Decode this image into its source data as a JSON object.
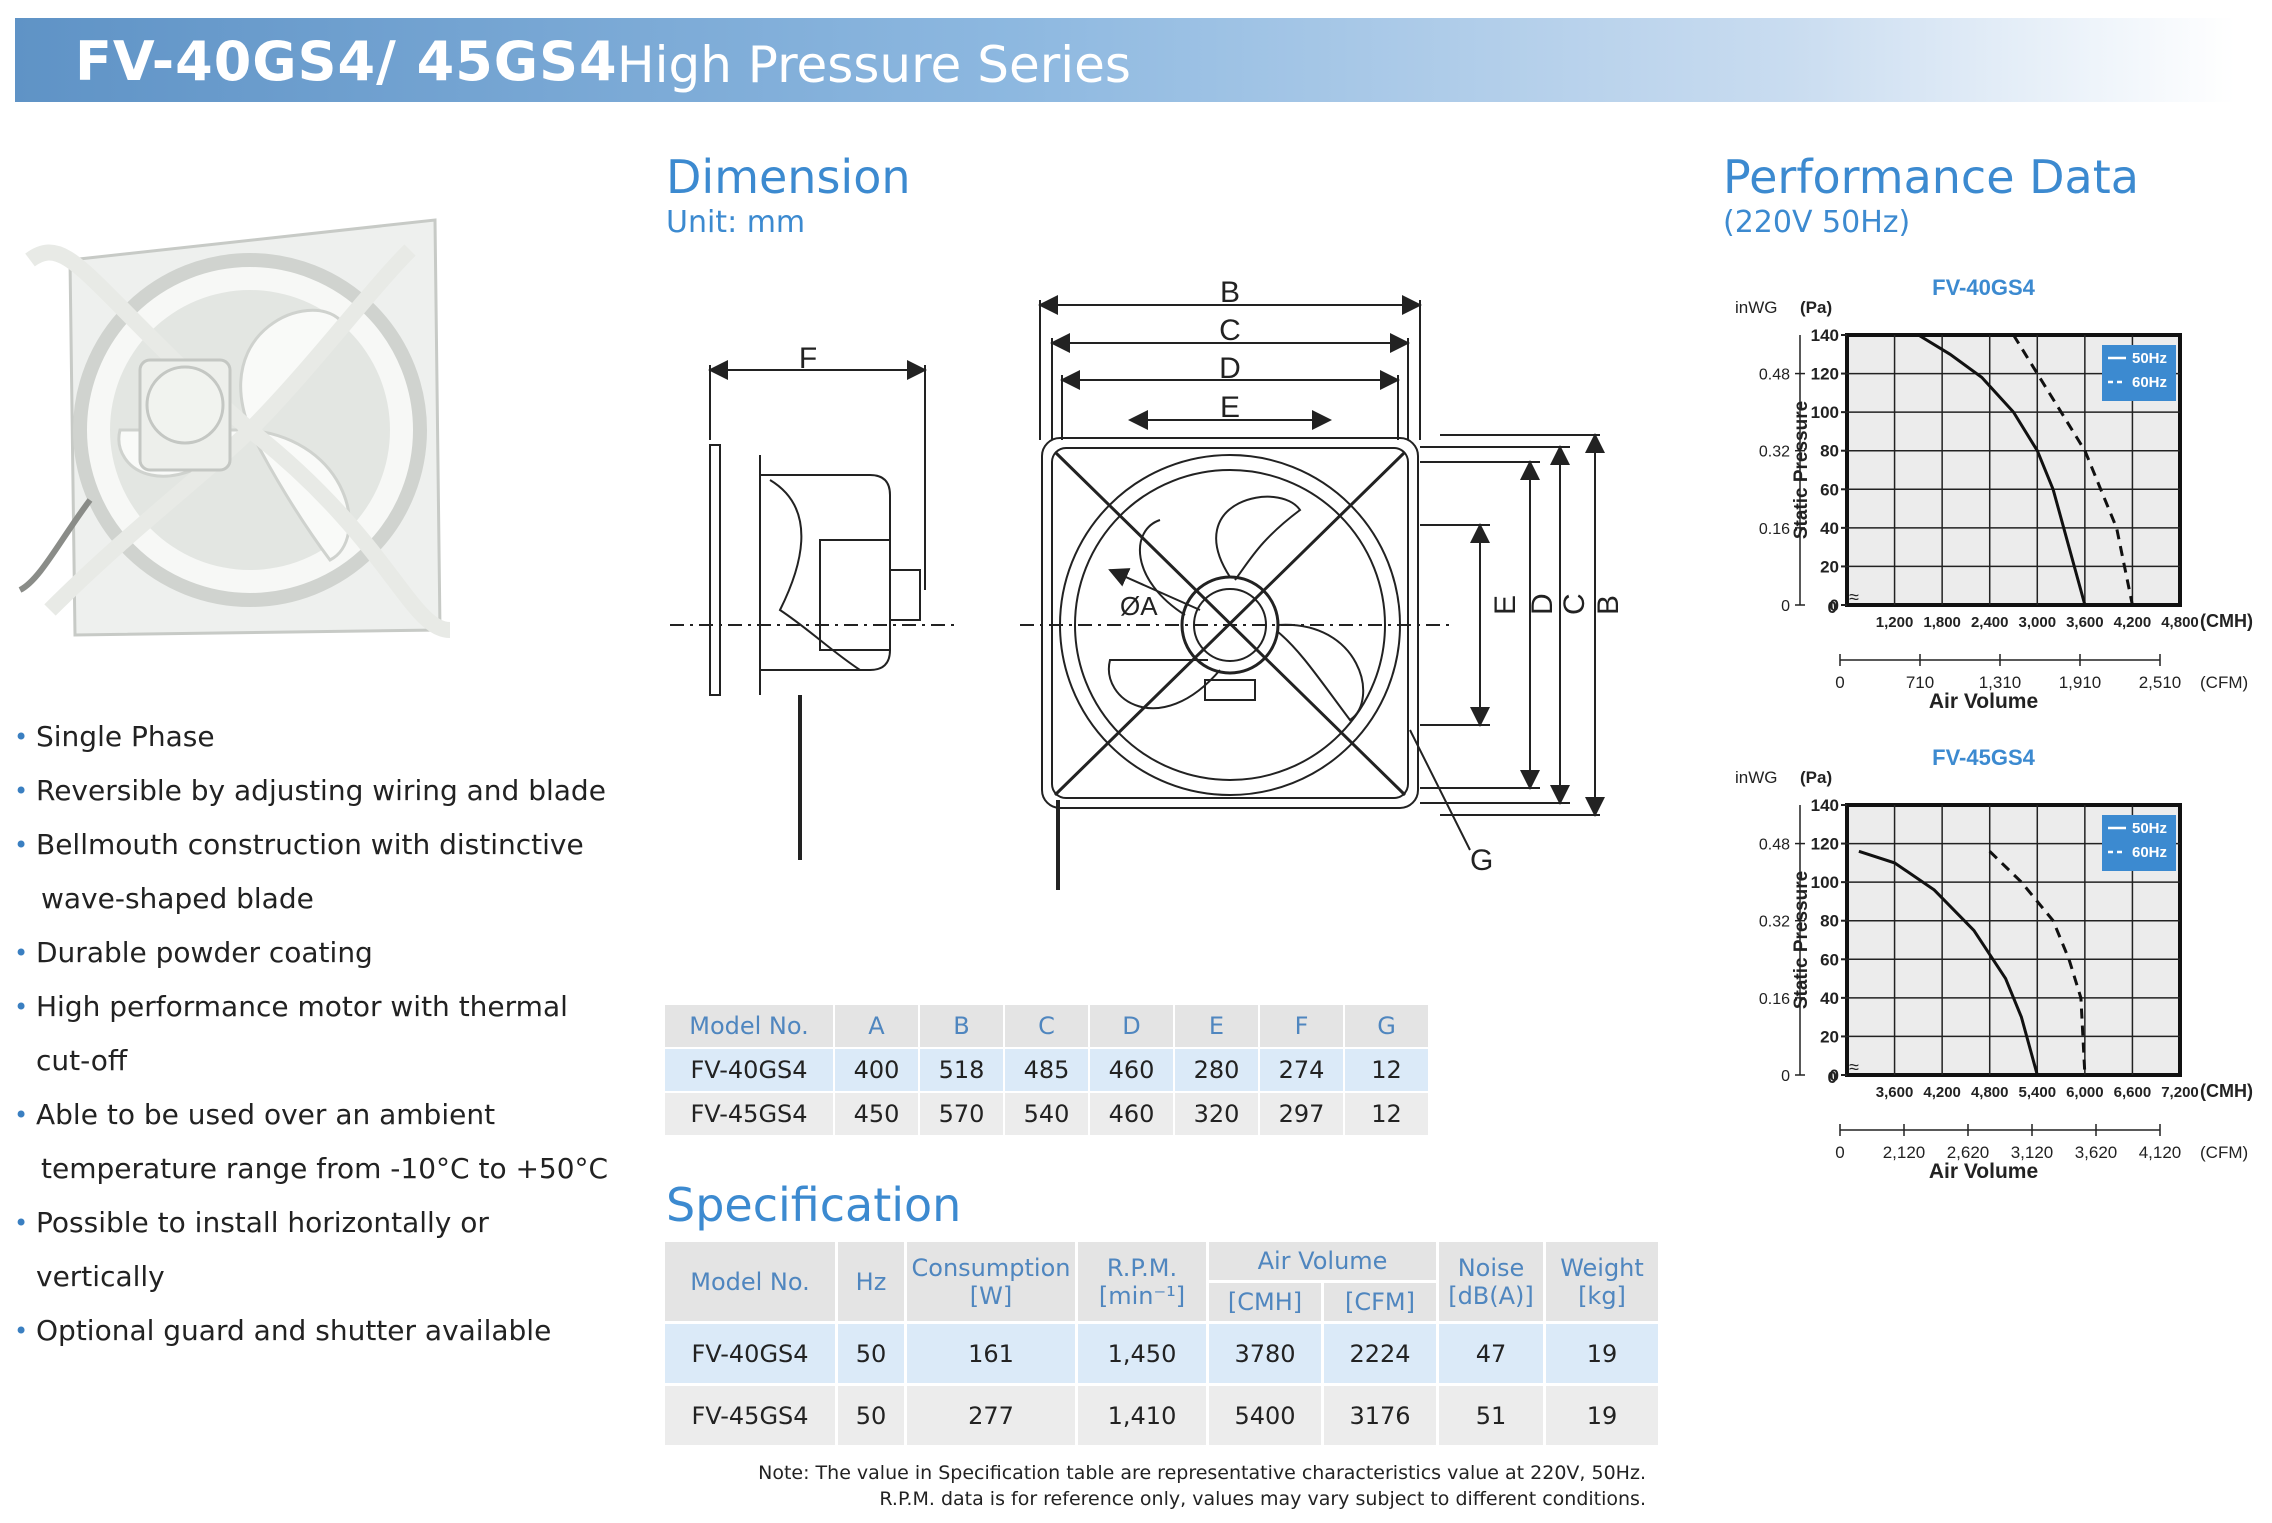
{
  "header": {
    "model": "FV-40GS4/ 45GS4",
    "series": "High Pressure Series"
  },
  "features": [
    "Single Phase",
    "Reversible by adjusting wiring and blade",
    "Bellmouth construction with distinctive",
    "wave-shaped blade",
    "Durable powder coating",
    "High performance motor with thermal cut-off",
    "Able to be used over an ambient",
    "temperature range from -10°C to +50°C",
    "Possible to install horizontally or vertically",
    "Optional guard and shutter available"
  ],
  "dimension": {
    "title": "Dimension",
    "unit": "Unit: mm",
    "labels": {
      "A": "ØA",
      "B": "B",
      "C": "C",
      "D": "D",
      "E": "E",
      "F": "F",
      "G": "G"
    },
    "table": {
      "headers": [
        "Model No.",
        "A",
        "B",
        "C",
        "D",
        "E",
        "F",
        "G"
      ],
      "rows": [
        [
          "FV-40GS4",
          "400",
          "518",
          "485",
          "460",
          "280",
          "274",
          "12"
        ],
        [
          "FV-45GS4",
          "450",
          "570",
          "540",
          "460",
          "320",
          "297",
          "12"
        ]
      ]
    }
  },
  "specification": {
    "title": "Specification",
    "headers": {
      "model": "Model No.",
      "hz": "Hz",
      "consumption": "Consumption",
      "consumption_unit": "[W]",
      "rpm": "R.P.M.",
      "rpm_unit": "[min⁻¹]",
      "air": "Air Volume",
      "cmh": "[CMH]",
      "cfm": "[CFM]",
      "noise": "Noise",
      "noise_unit": "[dB(A)]",
      "weight": "Weight",
      "weight_unit": "[kg]"
    },
    "rows": [
      [
        "FV-40GS4",
        "50",
        "161",
        "1,450",
        "3780",
        "2224",
        "47",
        "19"
      ],
      [
        "FV-45GS4",
        "50",
        "277",
        "1,410",
        "5400",
        "3176",
        "51",
        "19"
      ]
    ],
    "note1": "Note: The value in Specification table are representative characteristics value at 220V, 50Hz.",
    "note2": "R.P.M. data is for reference only, values may vary subject to different conditions."
  },
  "performance": {
    "title": "Performance Data",
    "subtitle": "(220V 50Hz)"
  },
  "chart_data": [
    {
      "type": "line",
      "title": "FV-40GS4",
      "ylabel": "Static Pressure",
      "xlabel": "Air Volume",
      "y_unit": "(Pa)",
      "y2_unit": "inWG",
      "x_unit": "(CMH)",
      "x2_unit": "(CFM)",
      "x_ticks": [
        "1,200",
        "1,800",
        "2,400",
        "3,000",
        "3,600",
        "4,200",
        "4,800"
      ],
      "x2_ticks": [
        "0",
        "710",
        "1,310",
        "1,910",
        "2,510"
      ],
      "y_ticks": [
        "140",
        "120",
        "100",
        "80",
        "60",
        "40",
        "20",
        "0"
      ],
      "y2_ticks": [
        "0.48",
        "0.32",
        "0.16",
        "0"
      ],
      "xlim": [
        600,
        4800
      ],
      "ylim": [
        0,
        140
      ],
      "legend": [
        "50Hz",
        "60Hz"
      ],
      "series": [
        {
          "name": "50Hz",
          "style": "solid",
          "x": [
            1500,
            1900,
            2300,
            2700,
            3000,
            3200,
            3400,
            3600
          ],
          "y": [
            140,
            130,
            118,
            100,
            80,
            60,
            30,
            0
          ]
        },
        {
          "name": "60Hz",
          "style": "dashed",
          "x": [
            2700,
            3000,
            3300,
            3600,
            3800,
            4000,
            4200
          ],
          "y": [
            140,
            120,
            100,
            80,
            60,
            40,
            0
          ]
        }
      ]
    },
    {
      "type": "line",
      "title": "FV-45GS4",
      "ylabel": "Static Pressure",
      "xlabel": "Air Volume",
      "y_unit": "(Pa)",
      "y2_unit": "inWG",
      "x_unit": "(CMH)",
      "x2_unit": "(CFM)",
      "x_ticks": [
        "3,600",
        "4,200",
        "4,800",
        "5,400",
        "6,000",
        "6,600",
        "7,200"
      ],
      "x2_ticks": [
        "0",
        "2,120",
        "2,620",
        "3,120",
        "3,620",
        "4,120"
      ],
      "y_ticks": [
        "140",
        "120",
        "100",
        "80",
        "60",
        "40",
        "20",
        "0"
      ],
      "y2_ticks": [
        "0.48",
        "0.32",
        "0.16",
        "0"
      ],
      "xlim": [
        3000,
        7200
      ],
      "ylim": [
        0,
        140
      ],
      "legend": [
        "50Hz",
        "60Hz"
      ],
      "series": [
        {
          "name": "50Hz",
          "style": "solid",
          "x": [
            3150,
            3600,
            4100,
            4600,
            5000,
            5200,
            5400
          ],
          "y": [
            116,
            110,
            96,
            75,
            50,
            30,
            0
          ]
        },
        {
          "name": "60Hz",
          "style": "dashed",
          "x": [
            4800,
            5200,
            5600,
            5800,
            5950,
            6000
          ],
          "y": [
            116,
            100,
            80,
            60,
            40,
            0
          ]
        }
      ]
    }
  ],
  "colors": {
    "accent": "#3c8ad0",
    "banner": "#5f93c6",
    "legend_bg": "#3c8ad0"
  }
}
